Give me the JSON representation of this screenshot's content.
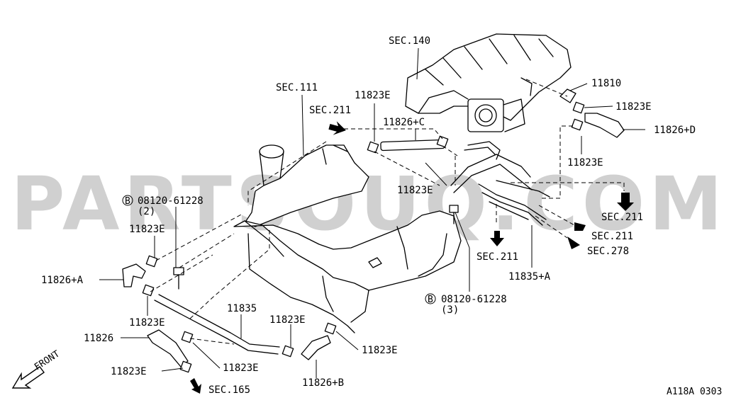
{
  "watermark": "PARTSOUQ.COM",
  "figure_code": "A118A 0303",
  "front_label": "FRONT",
  "bolt_marker": "B",
  "callouts": {
    "sec140": "SEC.140",
    "sec111": "SEC.111",
    "sec211_top": "SEC.211",
    "p11823E_top": "11823E",
    "p11826C": "11826+C",
    "p11810": "11810",
    "p11823E_right": "11823E",
    "p11826D": "11826+D",
    "p11823E_right2": "11823E",
    "p11823E_mid": "11823E",
    "sec211_r1": "SEC.211",
    "sec211_r2": "SEC.211",
    "sec278": "SEC.278",
    "sec211_mid": "SEC.211",
    "p11835A": "11835+A",
    "bolt1_num": "08120-61228",
    "bolt1_qty": "(2)",
    "p11823E_l1": "11823E",
    "p11826A": "11826+A",
    "p11823E_l2": "11823E",
    "p11835": "11835",
    "p11823E_c": "11823E",
    "bolt2_num": "08120-61228",
    "bolt2_qty": "(3)",
    "p11826": "11826",
    "p11823E_bl": "11823E",
    "p11823E_bc": "11823E",
    "p11823E_br": "11823E",
    "p11826B": "11826+B",
    "sec165": "SEC.165"
  }
}
